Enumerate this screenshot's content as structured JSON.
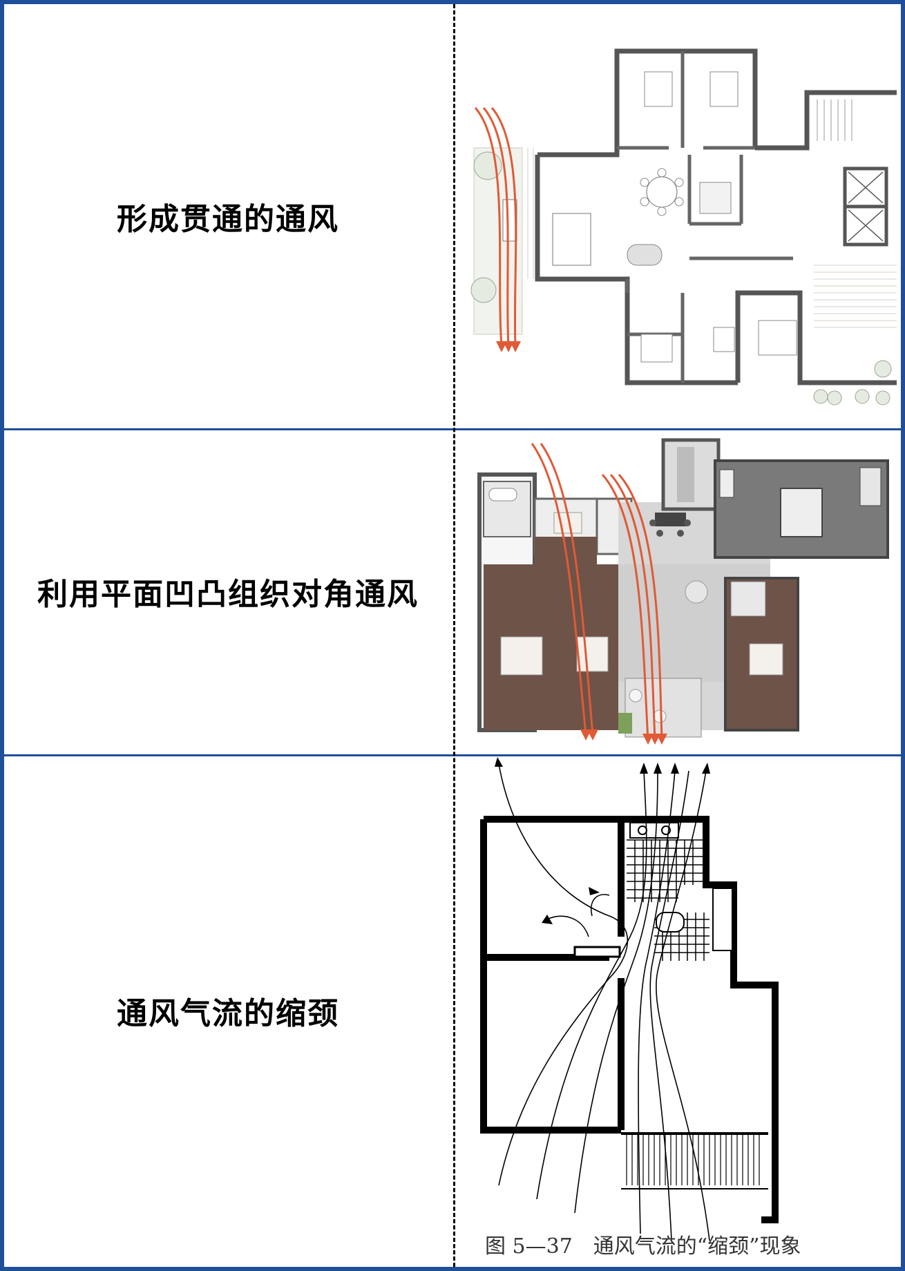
{
  "rows": [
    {
      "label": "形成贯通的通风"
    },
    {
      "label": "利用平面凹凸组织对角通风"
    },
    {
      "label": "通风气流的缩颈"
    }
  ],
  "figure3_caption": "图 5—37　通风气流的“缩颈”现象",
  "colors": {
    "border": "#1f4e9a",
    "arrow": "#e05a35",
    "text": "#000000"
  }
}
